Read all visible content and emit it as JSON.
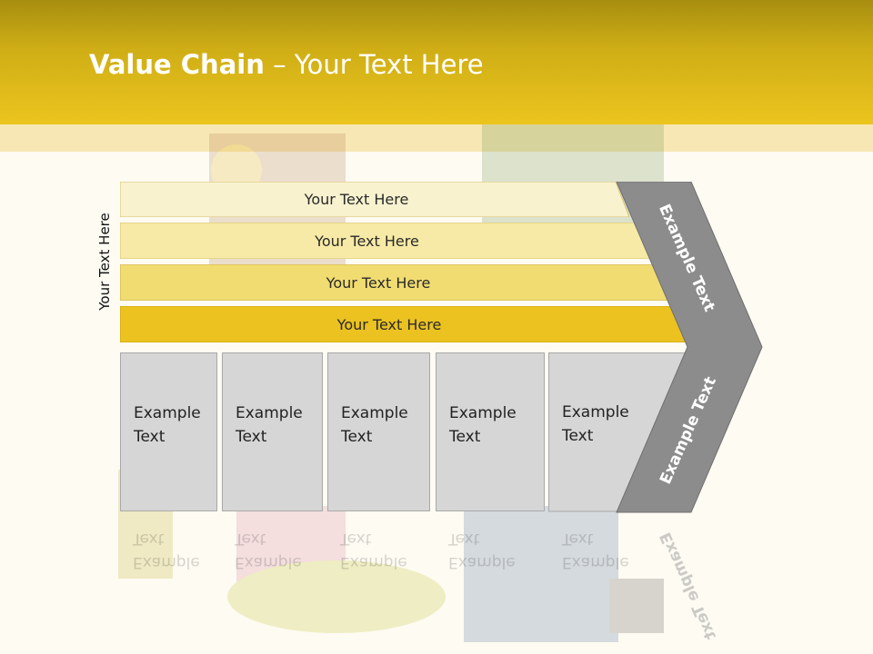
{
  "title": {
    "bold": "Value Chain",
    "rest": " – Your Text Here"
  },
  "side_label": "Your Text Here",
  "bars": [
    {
      "label": "Your Text Here",
      "color": "#f8f2cf"
    },
    {
      "label": "Your Text Here",
      "color": "#f6eaa6"
    },
    {
      "label": "Your Text Here",
      "color": "#f1dc71"
    },
    {
      "label": "Your Text Here",
      "color": "#ebc21f"
    }
  ],
  "columns": [
    {
      "line1": "Example",
      "line2": "Text"
    },
    {
      "line1": "Example",
      "line2": "Text"
    },
    {
      "line1": "Example",
      "line2": "Text"
    },
    {
      "line1": "Example",
      "line2": "Text"
    },
    {
      "line1": "Example",
      "line2": "Text"
    }
  ],
  "chevron": {
    "upper_text": "Example Text",
    "lower_text": "Example Text",
    "color": "#8c8c8c"
  }
}
